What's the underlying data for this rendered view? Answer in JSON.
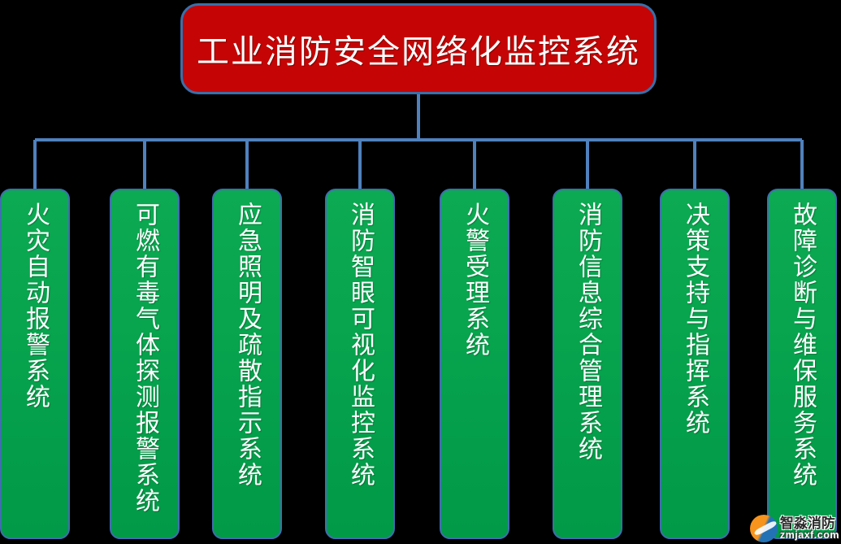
{
  "diagram_type": "org-chart",
  "title": {
    "label": "工业消防安全网络化监控系统"
  },
  "nodes": [
    {
      "label": "火灾自动报警系统"
    },
    {
      "label": "可燃有毒气体探测报警系统"
    },
    {
      "label": "应急照明及疏散指示系统"
    },
    {
      "label": "消防智眼可视化监控系统"
    },
    {
      "label": "火警受理系统"
    },
    {
      "label": "消防信息综合管理系统"
    },
    {
      "label": "决策支持与指挥系统"
    },
    {
      "label": "故障诊断与维保服务系统"
    }
  ],
  "watermark": {
    "brand": "智淼消防",
    "url": "zmjaxf.com",
    "logo_icon": "swirl-bird-logo"
  },
  "colors": {
    "canvas-bg": "#000000",
    "root-fill": "#c50505",
    "root-border": "#3a6fa8",
    "node-fill": "#0caa52",
    "node-fill-dark": "#019a47",
    "node-border": "#3f6fae",
    "connector": "#4f81bd",
    "text": "#ffffff"
  }
}
